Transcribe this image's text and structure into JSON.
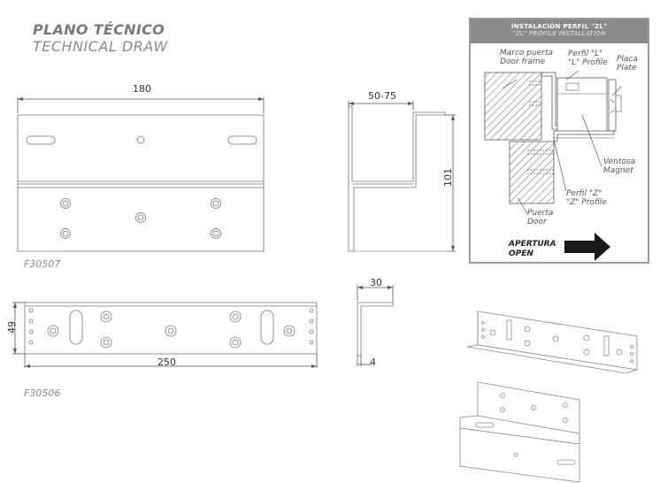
{
  "header": {
    "title_es": "PLANO TÉCNICO",
    "title_en": "TECHNICAL DRAW"
  },
  "drawings": {
    "code_top": "F30507",
    "code_bottom": "F30506",
    "dim_180": "180",
    "dim_50_75": "50-75",
    "dim_101": "101",
    "dim_49": "49",
    "dim_250": "250",
    "dim_30": "30",
    "dim_4": "4"
  },
  "installation": {
    "title": "INSTALACIÓN PERFIL \"ZL\"",
    "subtitle": "\"ZL\" PROFILE INSTALLATION",
    "door_frame_es": "Marco puerta",
    "door_frame_en": "Door frame",
    "l_profile_es": "Perfil \"L\"",
    "l_profile_en": "\"L\" Profile",
    "plate_es": "Placa",
    "plate_en": "Plate",
    "magnet_es": "Ventosa",
    "magnet_en": "Magnet",
    "z_profile_es": "Perfil \"Z\"",
    "z_profile_en": "\"Z\" Profile",
    "door_es": "Puerta",
    "door_en": "Door",
    "open_es": "APERTURA",
    "open_en": "OPEN"
  },
  "colors": {
    "panel_header": "#8a8a8a",
    "line": "#666666",
    "arrow": "#1a1a1a"
  }
}
